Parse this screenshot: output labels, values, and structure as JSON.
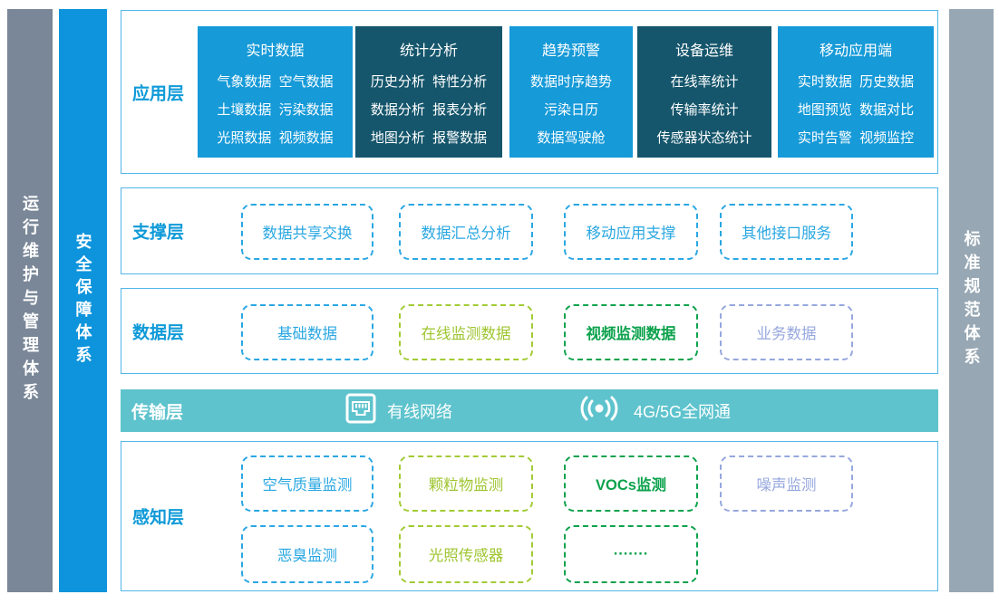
{
  "palette": {
    "brand_blue": "#169ad8",
    "dark_teal": "#15566c",
    "teal_band": "#5ec3cd",
    "pill_blue": "#2aa7e2",
    "pill_yellowgreen": "#a2cb35",
    "pill_green": "#0ca24c",
    "pill_periwinkle": "#96a7de",
    "sidebar_gray": "#7a8798",
    "sidebar_blue": "#0e94dc",
    "sidebar_light_gray": "#97a7b3",
    "box_border": "#54b6e8"
  },
  "sidebars": {
    "operations": {
      "label": "运行维护与管理体系"
    },
    "security": {
      "label": "安全保障体系"
    },
    "standards": {
      "label": "标准规范体系"
    }
  },
  "layers": {
    "application": {
      "label": "应用层",
      "columns": [
        {
          "title": "实时数据",
          "theme": "light",
          "items": [
            "气象数据  空气数据",
            "土壤数据  污染数据",
            "光照数据  视频数据"
          ]
        },
        {
          "title": "统计分析",
          "theme": "dark",
          "items": [
            "历史分析  特性分析",
            "数据分析  报表分析",
            "地图分析  报警数据"
          ]
        },
        {
          "title": "趋势预警",
          "theme": "light",
          "items": [
            "数据时序趋势",
            "污染日历",
            "数据驾驶舱"
          ]
        },
        {
          "title": "设备运维",
          "theme": "dark",
          "items": [
            "在线率统计",
            "传输率统计",
            "传感器状态统计"
          ]
        },
        {
          "title": "移动应用端",
          "theme": "light",
          "items": [
            "实时数据  历史数据",
            "地图预览  数据对比",
            "实时告警  视频监控"
          ]
        }
      ]
    },
    "support": {
      "label": "支撑层",
      "pills": [
        {
          "label": "数据共享交换",
          "color": "blue"
        },
        {
          "label": "数据汇总分析",
          "color": "blue"
        },
        {
          "label": "移动应用支撑",
          "color": "blue"
        },
        {
          "label": "其他接口服务",
          "color": "blue"
        }
      ]
    },
    "data": {
      "label": "数据层",
      "pills": [
        {
          "label": "基础数据",
          "color": "blue"
        },
        {
          "label": "在线监测数据",
          "color": "yellowgreen"
        },
        {
          "label": "视频监测数据",
          "color": "green"
        },
        {
          "label": "业务数据",
          "color": "periwinkle"
        }
      ]
    },
    "transport": {
      "label": "传输层",
      "items": [
        {
          "icon": "ethernet-icon",
          "label": "有线网络"
        },
        {
          "icon": "wireless-icon",
          "label": "4G/5G全网通"
        }
      ]
    },
    "perception": {
      "label": "感知层",
      "rows": [
        [
          {
            "label": "空气质量监测",
            "color": "blue"
          },
          {
            "label": "颗粒物监测",
            "color": "yellowgreen"
          },
          {
            "label": "VOCs监测",
            "color": "green"
          },
          {
            "label": "噪声监测",
            "color": "periwinkle"
          }
        ],
        [
          {
            "label": "恶臭监测",
            "color": "blue"
          },
          {
            "label": "光照传感器",
            "color": "yellowgreen"
          },
          {
            "label": "·······",
            "color": "green"
          }
        ]
      ]
    }
  }
}
